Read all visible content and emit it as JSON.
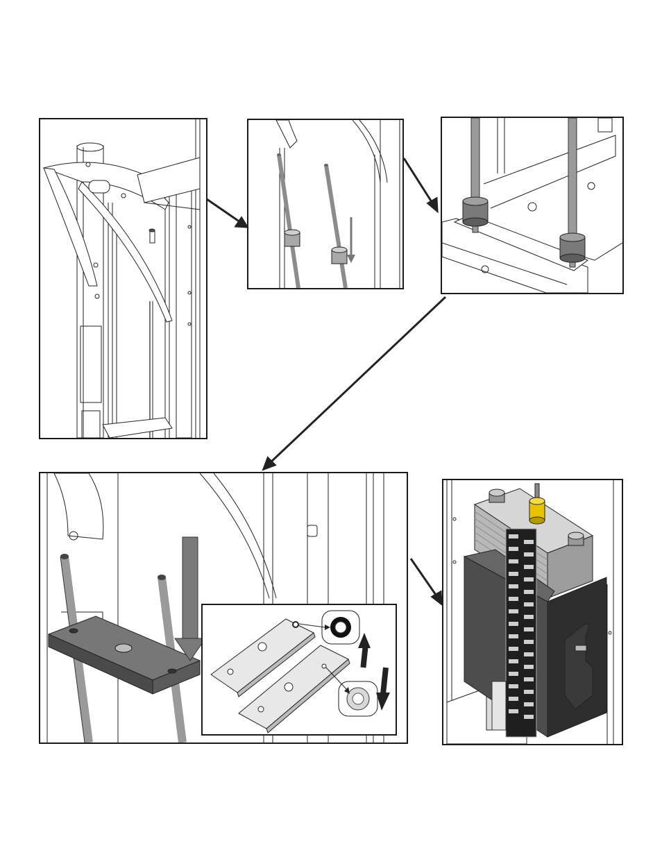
{
  "figure": {
    "panels": [
      {
        "id": "p1",
        "content": "machine-frame-with-guide-rods"
      },
      {
        "id": "p2",
        "content": "guide-rods-with-bumpers"
      },
      {
        "id": "p3",
        "content": "bumpers-on-base"
      },
      {
        "id": "p4",
        "content": "top-plate-onto-guide-rods"
      },
      {
        "id": "p5",
        "content": "assembled-weight-stack"
      }
    ],
    "connectors": [
      "p1-to-p2",
      "p2-to-p3",
      "p3-to-p4",
      "p4-to-p5"
    ],
    "colors": {
      "line": "#1a1a1a",
      "rod": "#9a9a9a",
      "plate_dark": "#555555",
      "plate_light": "#bdbdbd",
      "collar": "#e8c400"
    }
  }
}
